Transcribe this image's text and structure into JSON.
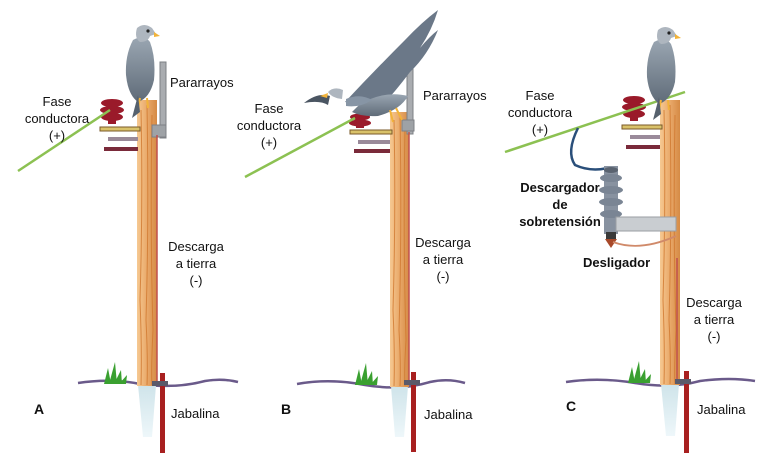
{
  "panels": [
    {
      "letter": "A",
      "phase_line1": "Fase",
      "phase_line2": "conductora",
      "phase_sign": "(+)",
      "arrester": "Pararrayos",
      "discharge_line1": "Descarga",
      "discharge_line2": "a tierra",
      "discharge_sign": "(-)",
      "ground_rod": "Jabalina"
    },
    {
      "letter": "B",
      "phase_line1": "Fase",
      "phase_line2": "conductora",
      "phase_sign": "(+)",
      "arrester": "Pararrayos",
      "discharge_line1": "Descarga",
      "discharge_line2": "a tierra",
      "discharge_sign": "(-)",
      "ground_rod": "Jabalina"
    },
    {
      "letter": "C",
      "phase_line1": "Fase",
      "phase_line2": "conductora",
      "phase_sign": "(+)",
      "surge_line1": "Descargador",
      "surge_line2": "de",
      "surge_line3": "sobretensión",
      "disconnector": "Desligador",
      "discharge_line1": "Descarga",
      "discharge_line2": "a tierra",
      "discharge_sign": "(-)",
      "ground_rod": "Jabalina"
    }
  ],
  "colors": {
    "pole": "#e9a96a",
    "pole_grain": "#d0782f",
    "insulator": "#9a1a2a",
    "crossarm": "#7a2a3a",
    "conductor": "#8cc152",
    "ground_rod": "#a82020",
    "ground_line": "#6a5a8a",
    "grass": "#3aa030",
    "bird": "#7f8c99"
  }
}
